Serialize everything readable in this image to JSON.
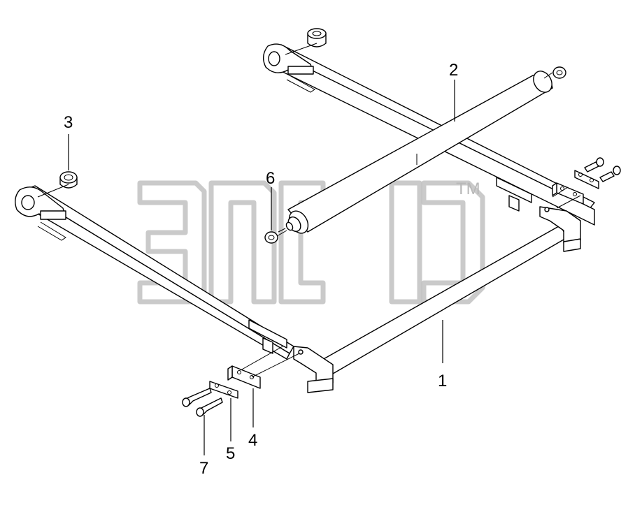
{
  "diagram": {
    "callouts": [
      {
        "id": "1",
        "label": "1"
      },
      {
        "id": "2",
        "label": "2"
      },
      {
        "id": "3",
        "label": "3"
      },
      {
        "id": "4",
        "label": "4"
      },
      {
        "id": "5",
        "label": "5"
      },
      {
        "id": "6",
        "label": "6"
      },
      {
        "id": "7",
        "label": "7"
      }
    ],
    "watermark": {
      "trademark": "TM"
    }
  }
}
